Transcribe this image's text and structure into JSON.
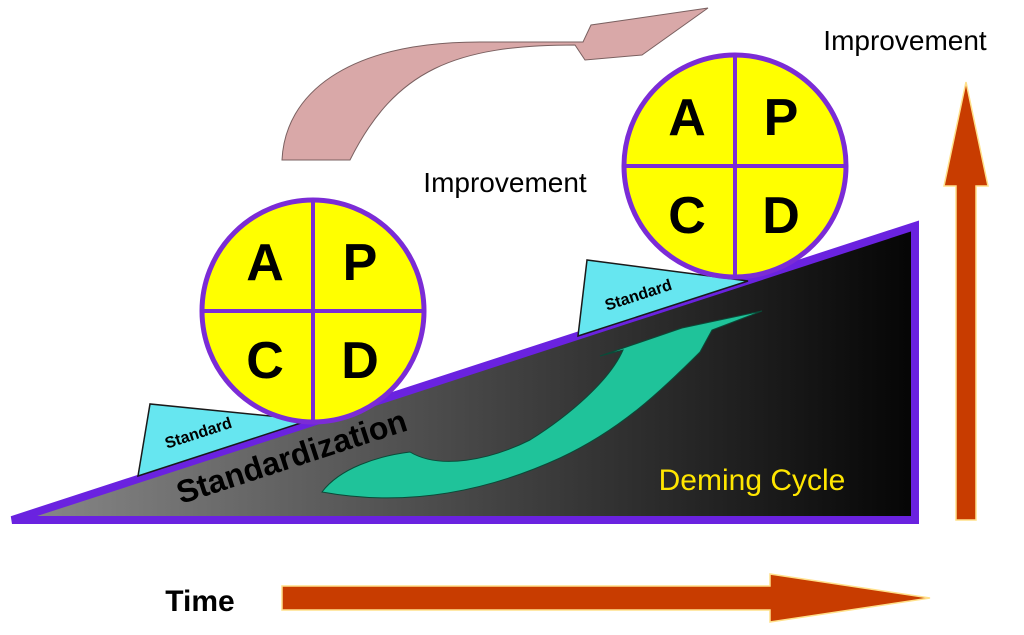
{
  "labels": {
    "improvement_top_right": "Improvement",
    "improvement_middle": "Improvement",
    "standardization": "Standardization",
    "deming_cycle": "Deming Cycle",
    "time": "Time"
  },
  "wedges": [
    {
      "label": "Standard"
    },
    {
      "label": "Standard"
    }
  ],
  "pdca_wheels": [
    {
      "quadrants": {
        "top_left": "A",
        "top_right": "P",
        "bottom_left": "C",
        "bottom_right": "D"
      }
    },
    {
      "quadrants": {
        "top_left": "A",
        "top_right": "P",
        "bottom_left": "C",
        "bottom_right": "D"
      }
    }
  ],
  "colors": {
    "wheel_fill": "#ffff00",
    "wheel_border": "#7b2cd6",
    "ramp_border": "#6a22e0",
    "ramp_gradient_light": "#8a8a8a",
    "ramp_gradient_dark": "#050505",
    "wedge_fill": "#66e6f0",
    "arrow_orange": "#c83c00",
    "arrow_orange_edge": "#ffe08a",
    "curved_arrow_pink": "#d9a8a8",
    "curved_arrow_teal": "#1fc39a",
    "deming_text": "#ffe600"
  }
}
